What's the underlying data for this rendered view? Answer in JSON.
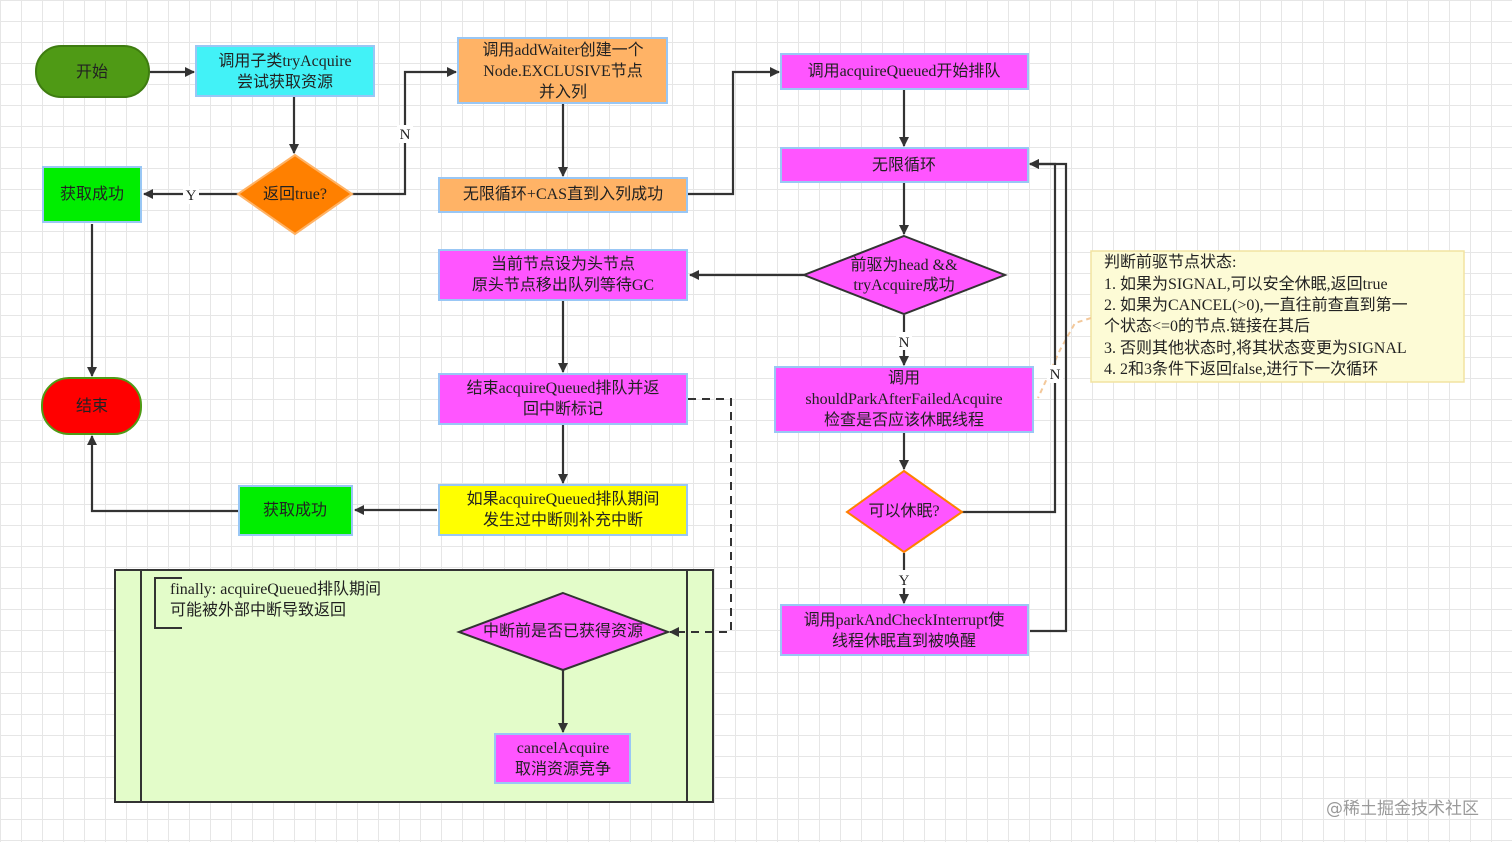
{
  "nodes": {
    "start": "开始",
    "try_acquire": [
      "调用子类tryAcquire",
      "尝试获取资源"
    ],
    "return_true": "返回true?",
    "acquire_success_1": "获取成功",
    "end": "结束",
    "add_waiter": [
      "调用addWaiter创建一个",
      "Node.EXCLUSIVE节点",
      "并入列"
    ],
    "cas_loop": "无限循环+CAS直到入列成功",
    "acquire_queued": "调用acquireQueued开始排队",
    "infinite_loop": "无限循环",
    "pred_head": [
      "前驱为head &&",
      "tryAcquire成功"
    ],
    "set_head": [
      "当前节点设为头节点",
      "原头节点移出队列等待GC"
    ],
    "should_park": [
      "调用",
      "shouldParkAfterFailedAcquire",
      "检查是否应该休眠线程"
    ],
    "end_acquire_queued": [
      "结束acquireQueued排队并返",
      "回中断标记"
    ],
    "can_sleep": "可以休眠?",
    "self_interrupt": [
      "如果acquireQueued排队期间",
      "发生过中断则补充中断"
    ],
    "acquire_success_2": "获取成功",
    "park_interrupt": [
      "调用parkAndCheckInterrupt使",
      "线程休眠直到被唤醒"
    ],
    "was_acquired": "中断前是否已获得资源",
    "cancel_acquire": [
      "cancelAcquire",
      "取消资源竞争"
    ]
  },
  "finally_note": [
    "finally: acquireQueued排队期间",
    "可能被外部中断导致返回"
  ],
  "note": {
    "lines": [
      "判断前驱节点状态:",
      "1. 如果为SIGNAL,可以安全休眠,返回true",
      "2. 如果为CANCEL(>0),一直往前查直到第一",
      "个状态<=0的节点.链接在其后",
      "3. 否则其他状态时,将其状态变更为SIGNAL",
      "4. 2和3条件下返回false,进行下一次循环"
    ]
  },
  "edge_labels": {
    "yes": "Y",
    "no": "N"
  },
  "watermark": "@稀土掘金技术社区",
  "colors": {
    "green_dark": "#4f9a15",
    "cyan": "#42f2f7",
    "orange_box": "#ffb366",
    "orange_diamond": "#ff8000",
    "bright_green": "#00ee00",
    "red": "#ff0000",
    "magenta": "#ff55ff",
    "yellow": "#ffff00",
    "box_border": "#99c7f5",
    "finally_bg": "#e3fcc9",
    "note_bg": "#fdfbd6"
  }
}
